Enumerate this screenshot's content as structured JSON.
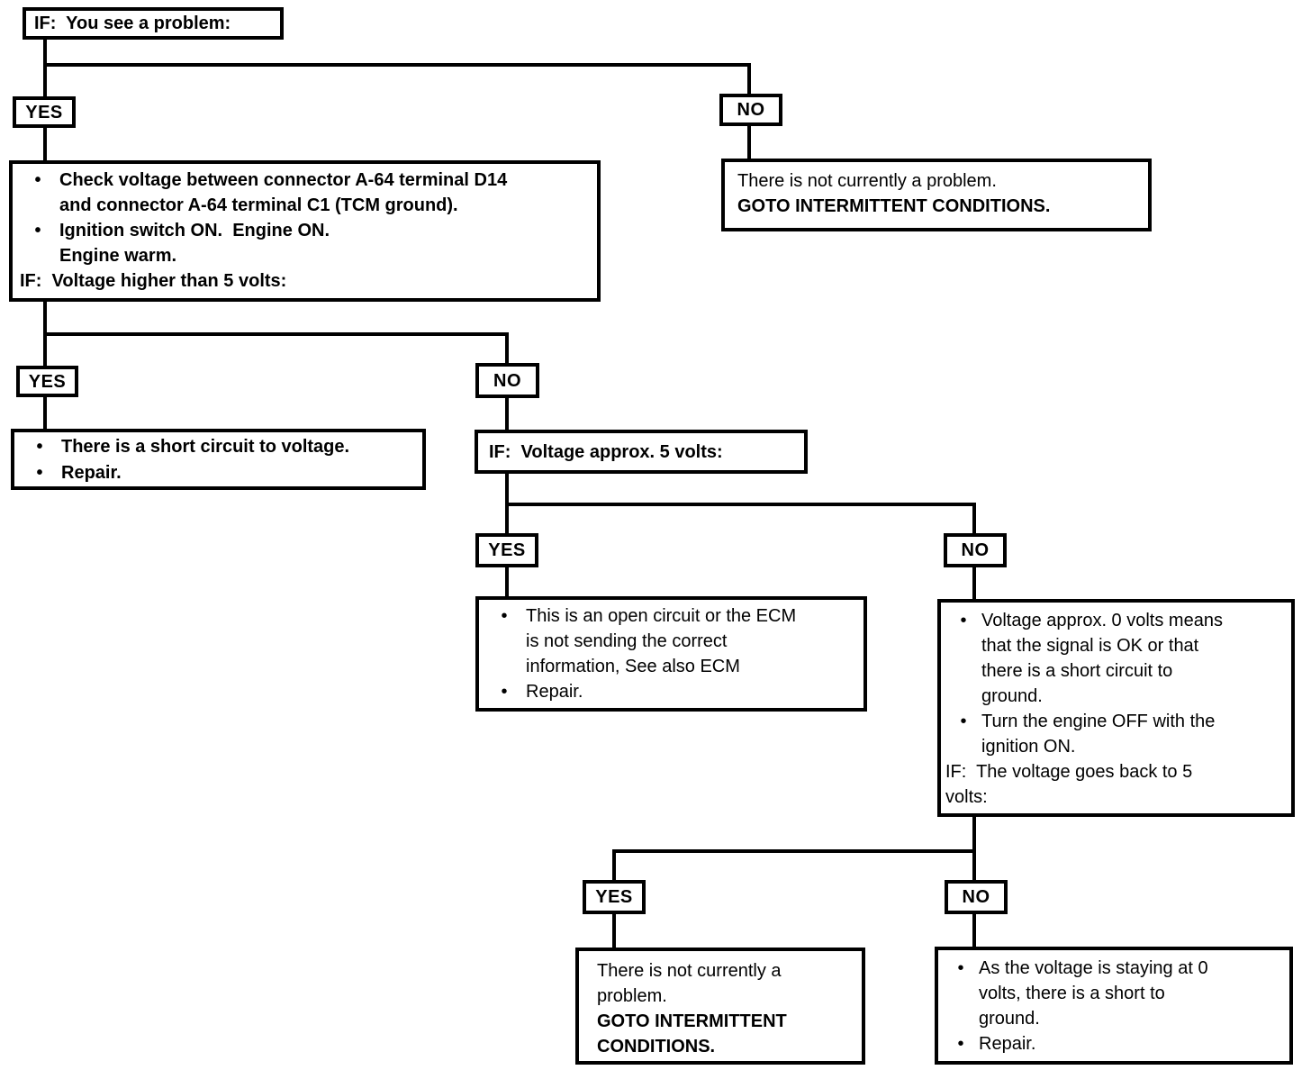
{
  "page": {
    "background": "#ffffff",
    "line_color": "#000000"
  },
  "glyphs": {
    "bullet": "•"
  },
  "labels": {
    "yes": "YES",
    "no": "NO"
  },
  "nodes": {
    "root": {
      "text": "IF:  You see a problem:"
    },
    "check_voltage": {
      "bullet1_line1": "Check voltage between connector A-64 terminal D14",
      "bullet1_line2": "and connector A-64 terminal C1 (TCM ground).",
      "bullet2_line1": "Ignition switch ON.  Engine ON.",
      "bullet2_line2": "Engine warm.",
      "if_line": "IF:  Voltage higher than 5 volts:"
    },
    "no_problem_top": {
      "line1": "There is not currently a problem.",
      "goto_line": "GOTO INTERMITTENT CONDITIONS."
    },
    "short_to_voltage": {
      "bullet1": "There is a short circuit to voltage.",
      "bullet2": "Repair."
    },
    "if_approx_5v": {
      "text": "IF:  Voltage approx. 5 volts:"
    },
    "open_circuit": {
      "bullet1_line1": "This is an open circuit or the ECM",
      "bullet1_line2": "is not sending the correct",
      "bullet1_line3": "information, See also ECM",
      "bullet2": "Repair."
    },
    "approx_0v": {
      "bullet1_line1": "Voltage approx. 0 volts means",
      "bullet1_line2": "that the signal is OK or that",
      "bullet1_line3": "there is a short circuit to",
      "bullet1_line4": "ground.",
      "bullet2_line1": "Turn the engine OFF with the",
      "bullet2_line2": "ignition ON.",
      "if_line1": "IF:  The voltage goes back to 5",
      "if_line2": "volts:"
    },
    "no_problem_bottom": {
      "line1": "There is not currently a",
      "line2": "problem.",
      "goto_line1": "GOTO INTERMITTENT",
      "goto_line2": "CONDITIONS."
    },
    "short_to_ground": {
      "bullet1_line1": "As the voltage is staying at 0",
      "bullet1_line2": "volts, there is a short to",
      "bullet1_line3": "ground.",
      "bullet2": "Repair."
    }
  }
}
